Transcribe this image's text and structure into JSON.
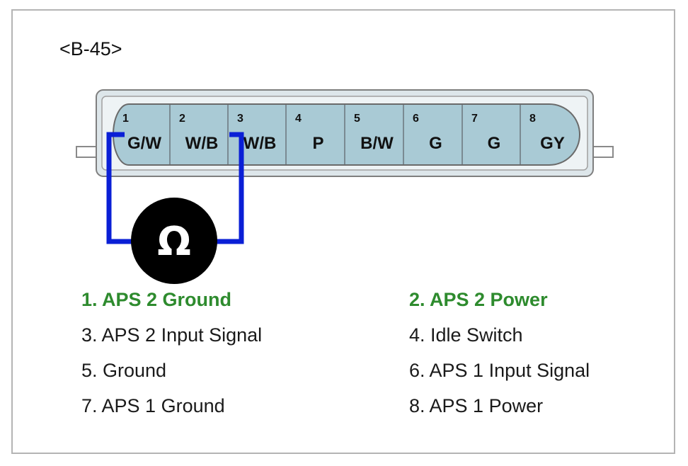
{
  "connector": {
    "id": "<B-45>",
    "pins": [
      {
        "num": "1",
        "wire": "G/W"
      },
      {
        "num": "2",
        "wire": "W/B"
      },
      {
        "num": "3",
        "wire": "W/B"
      },
      {
        "num": "4",
        "wire": "P"
      },
      {
        "num": "5",
        "wire": "B/W"
      },
      {
        "num": "6",
        "wire": "G"
      },
      {
        "num": "7",
        "wire": "G"
      },
      {
        "num": "8",
        "wire": "GY"
      }
    ]
  },
  "meter": {
    "symbol": "Ω",
    "icon": "ohmmeter-icon",
    "probes": [
      "1",
      "3"
    ]
  },
  "legend": [
    {
      "label": "1. APS 2 Ground",
      "highlight": true
    },
    {
      "label": "2. APS 2 Power",
      "highlight": true
    },
    {
      "label": "3. APS 2 Input Signal",
      "highlight": false
    },
    {
      "label": "4. Idle Switch",
      "highlight": false
    },
    {
      "label": "5. Ground",
      "highlight": false
    },
    {
      "label": "6. APS 1 Input Signal",
      "highlight": false
    },
    {
      "label": "7. APS 1 Ground",
      "highlight": false
    },
    {
      "label": "8. APS 1 Power",
      "highlight": false
    }
  ],
  "colors": {
    "highlight": "#2e8b2e",
    "probe_wire": "#0a1fd6",
    "connector_fill": "#a9cad5",
    "meter_fill": "#000000"
  }
}
